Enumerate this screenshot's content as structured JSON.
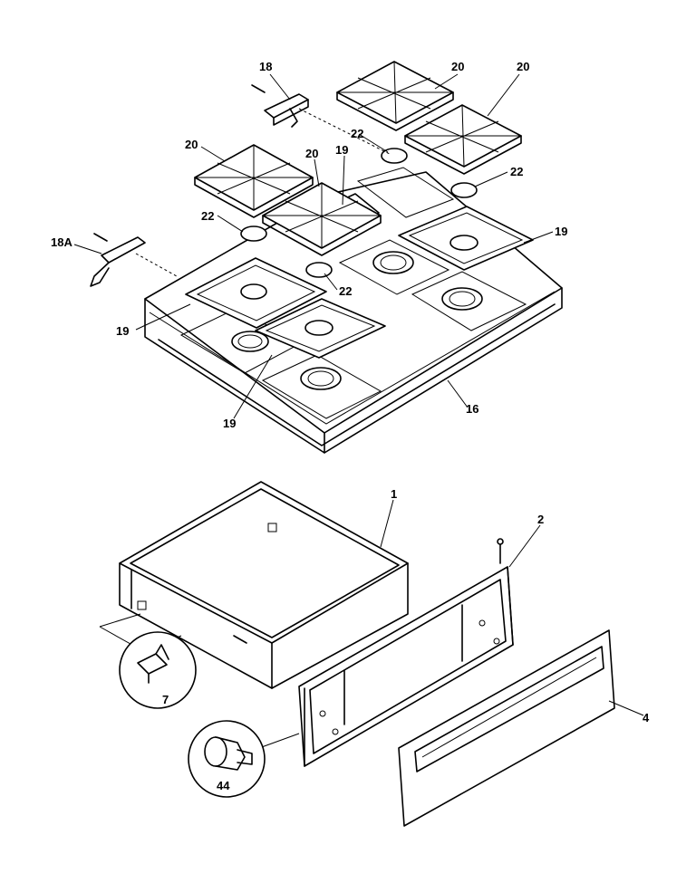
{
  "callouts": {
    "c1": "1",
    "c2": "2",
    "c4": "4",
    "c7": "7",
    "c16": "16",
    "c18": "18",
    "c18a": "18A",
    "c19a": "19",
    "c19b": "19",
    "c19c": "19",
    "c19d": "19",
    "c20a": "20",
    "c20b": "20",
    "c20c": "20",
    "c20d": "20",
    "c22a": "22",
    "c22b": "22",
    "c22c": "22",
    "c22d": "22",
    "c44": "44"
  }
}
